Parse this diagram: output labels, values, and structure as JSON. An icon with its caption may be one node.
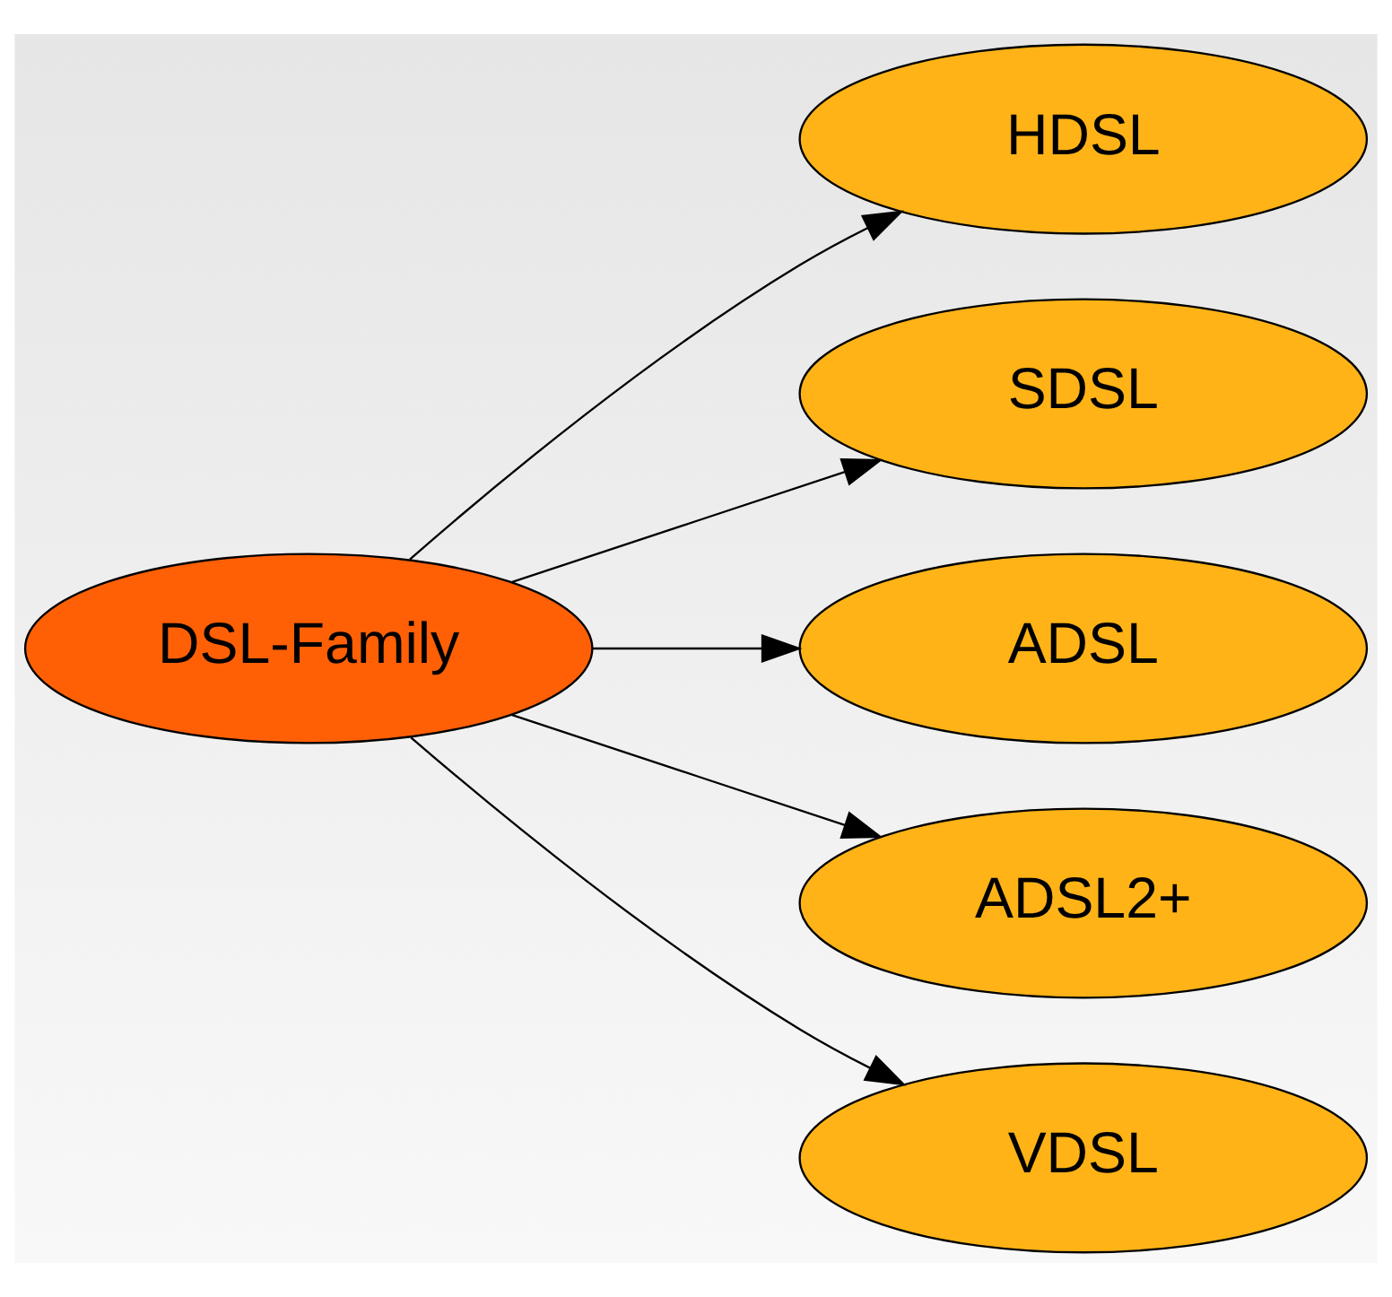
{
  "diagram": {
    "nodes": [
      {
        "text": [
          "DSL-Family"
        ]
      },
      {
        "text": [
          "HDSL"
        ]
      },
      {
        "text": [
          "SDSL"
        ]
      },
      {
        "text": [
          "ADSL"
        ]
      },
      {
        "text": [
          "ADSL2+"
        ]
      },
      {
        "text": [
          "VDSL"
        ]
      }
    ],
    "edges": [
      {
        "from": 0,
        "to": 1,
        "arrow": "to"
      },
      {
        "from": 0,
        "to": 2,
        "arrow": "to"
      },
      {
        "from": 0,
        "to": 3,
        "arrow": "to"
      },
      {
        "from": 0,
        "to": 4,
        "arrow": "to"
      },
      {
        "from": 0,
        "to": 5,
        "arrow": "to"
      }
    ]
  }
}
